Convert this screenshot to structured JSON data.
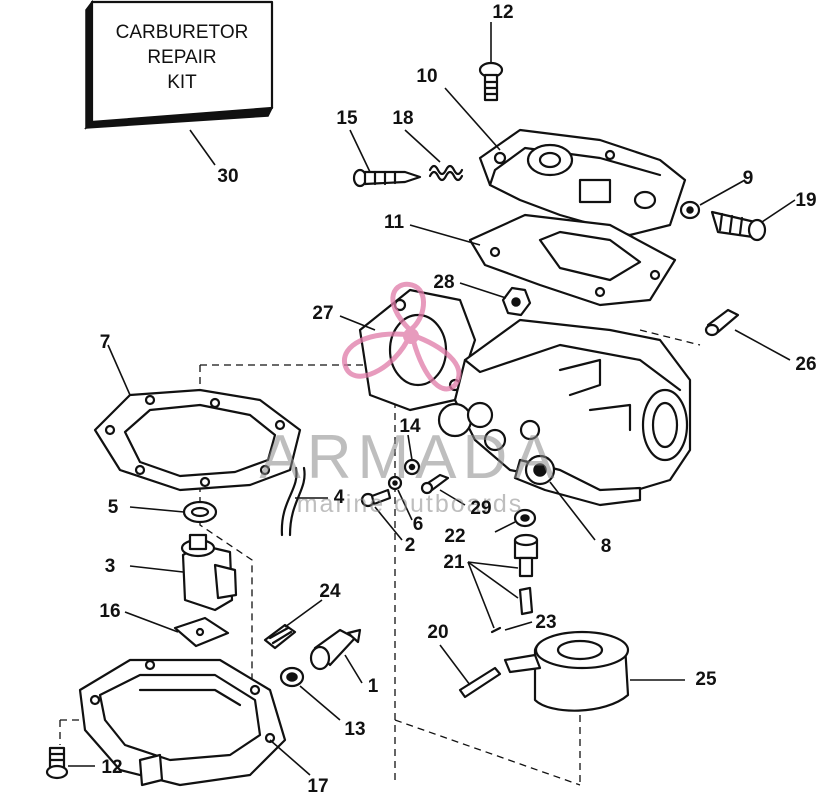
{
  "kit_box": {
    "lines": [
      "CARBURETOR",
      "REPAIR",
      "KIT"
    ]
  },
  "watermark": {
    "brand": "ARMADA",
    "tagline": "marine outboards",
    "color": "#e07aa8"
  },
  "parts": [
    {
      "id": "p1",
      "label": "1"
    },
    {
      "id": "p2",
      "label": "2"
    },
    {
      "id": "p3",
      "label": "3"
    },
    {
      "id": "p4",
      "label": "4"
    },
    {
      "id": "p5",
      "label": "5"
    },
    {
      "id": "p6",
      "label": "6"
    },
    {
      "id": "p7",
      "label": "7"
    },
    {
      "id": "p8",
      "label": "8"
    },
    {
      "id": "p9",
      "label": "9"
    },
    {
      "id": "p10",
      "label": "10"
    },
    {
      "id": "p11",
      "label": "11"
    },
    {
      "id": "p12a",
      "label": "12"
    },
    {
      "id": "p12b",
      "label": "12"
    },
    {
      "id": "p13",
      "label": "13"
    },
    {
      "id": "p14",
      "label": "14"
    },
    {
      "id": "p15",
      "label": "15"
    },
    {
      "id": "p16",
      "label": "16"
    },
    {
      "id": "p17",
      "label": "17"
    },
    {
      "id": "p18",
      "label": "18"
    },
    {
      "id": "p19",
      "label": "19"
    },
    {
      "id": "p20",
      "label": "20"
    },
    {
      "id": "p21",
      "label": "21"
    },
    {
      "id": "p22",
      "label": "22"
    },
    {
      "id": "p23",
      "label": "23"
    },
    {
      "id": "p24",
      "label": "24"
    },
    {
      "id": "p25",
      "label": "25"
    },
    {
      "id": "p26",
      "label": "26"
    },
    {
      "id": "p27",
      "label": "27"
    },
    {
      "id": "p28",
      "label": "28"
    },
    {
      "id": "p29",
      "label": "29"
    },
    {
      "id": "p30",
      "label": "30"
    }
  ]
}
